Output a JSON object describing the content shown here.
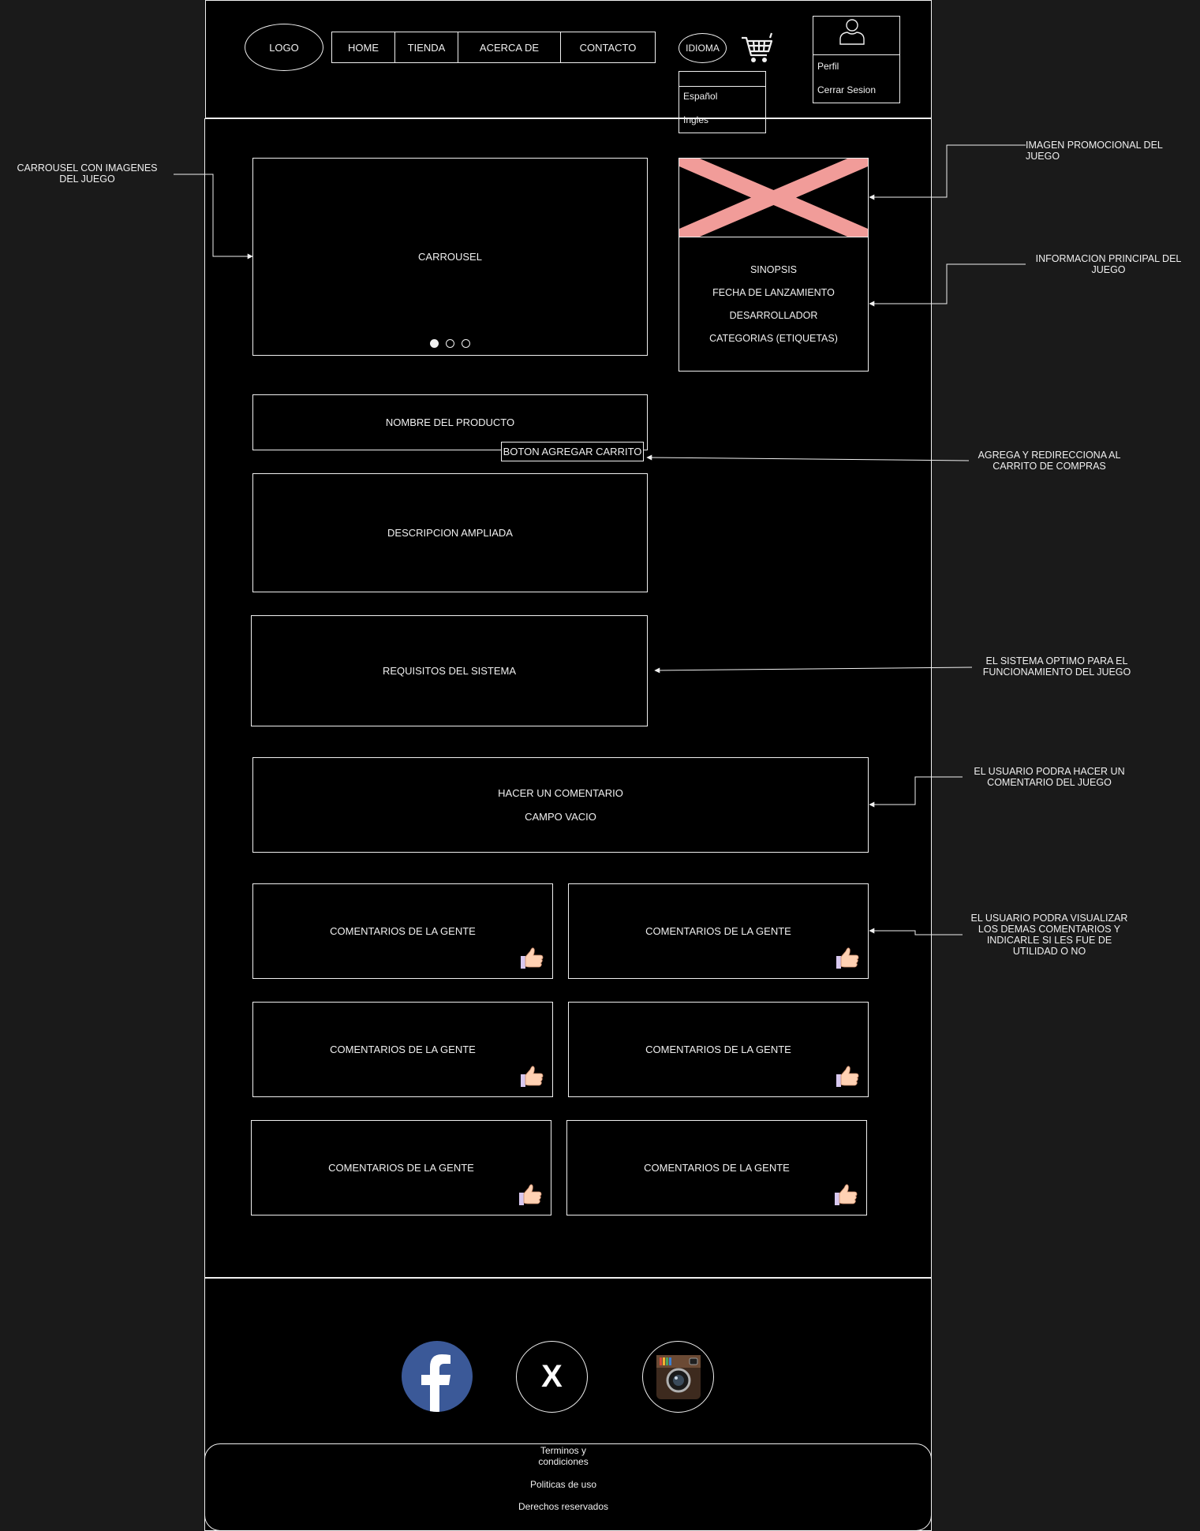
{
  "header": {
    "logo": "LOGO",
    "nav": [
      "HOME",
      "TIENDA",
      "ACERCA DE",
      "CONTACTO"
    ],
    "language_button": "IDIOMA",
    "language_options": [
      "Español",
      "Ingles"
    ],
    "user_menu": [
      "Perfil",
      "Cerrar Sesion"
    ]
  },
  "main": {
    "carousel_label": "CARROUSEL",
    "info_items": [
      "SINOPSIS",
      "FECHA DE LANZAMIENTO",
      "DESARROLLADOR",
      "CATEGORIAS (ETIQUETAS)"
    ],
    "product_name": "NOMBRE DEL PRODUCTO",
    "add_to_cart": "BOTON AGREGAR CARRITO",
    "description": "DESCRIPCION AMPLIADA",
    "requirements": "REQUISITOS DEL SISTEMA",
    "comment_title": "HACER UN COMENTARIO",
    "comment_placeholder": "CAMPO VACIO",
    "comment_cards": [
      "COMENTARIOS DE LA GENTE",
      "COMENTARIOS DE LA GENTE",
      "COMENTARIOS DE LA GENTE",
      "COMENTARIOS DE LA GENTE",
      "COMENTARIOS DE LA GENTE",
      "COMENTARIOS DE LA GENTE"
    ]
  },
  "annotations": {
    "carousel": "CARROUSEL CON IMAGENES DEL JUEGO",
    "promo_image": "IMAGEN PROMOCIONAL DEL JUEGO",
    "main_info": "INFORMACION  PRINCIPAL DEL JUEGO",
    "cart": "AGREGA Y REDIRECCIONA AL CARRITO DE COMPRAS",
    "requirements": "EL SISTEMA OPTIMO PARA EL FUNCIONAMIENTO DEL JUEGO",
    "comment": "EL USUARIO PODRA HACER UN COMENTARIO DEL JUEGO",
    "view_comments": "EL USUARIO PODRA VISUALIZAR LOS DEMAS COMENTARIOS Y INDICARLE SI LES FUE DE UTILIDAD O NO"
  },
  "footer": {
    "social": [
      "facebook-icon",
      "x-icon",
      "instagram-icon"
    ],
    "x_letter": "X",
    "links": [
      "Terminos y condiciones",
      "Politicas de uso",
      "Derechos reservados"
    ]
  },
  "colors": {
    "background": "#1a1a1a",
    "canvas": "#000000",
    "stroke": "#f0f0f0",
    "placeholder_cross": "#f19c99",
    "facebook": "#3b5998"
  }
}
